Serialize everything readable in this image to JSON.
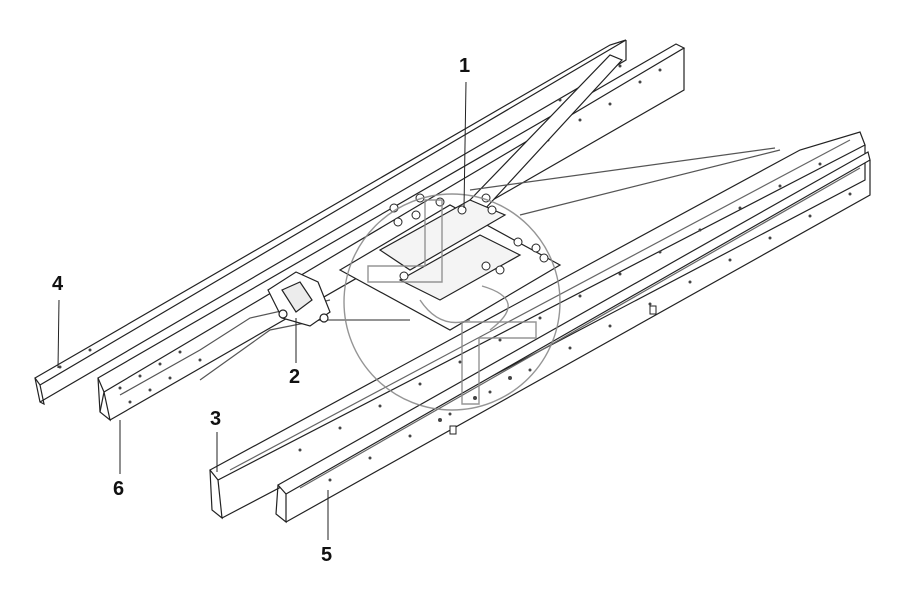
{
  "diagram": {
    "colors": {
      "line": "#222222",
      "light_line": "#777777",
      "watermark": "#8a8a8a",
      "background": "#ffffff"
    },
    "callouts": [
      {
        "id": "1",
        "label": "1"
      },
      {
        "id": "2",
        "label": "2"
      },
      {
        "id": "3",
        "label": "3"
      },
      {
        "id": "4",
        "label": "4"
      },
      {
        "id": "5",
        "label": "5"
      },
      {
        "id": "6",
        "label": "6"
      }
    ],
    "watermark_icon": "circular-logo-watermark"
  }
}
